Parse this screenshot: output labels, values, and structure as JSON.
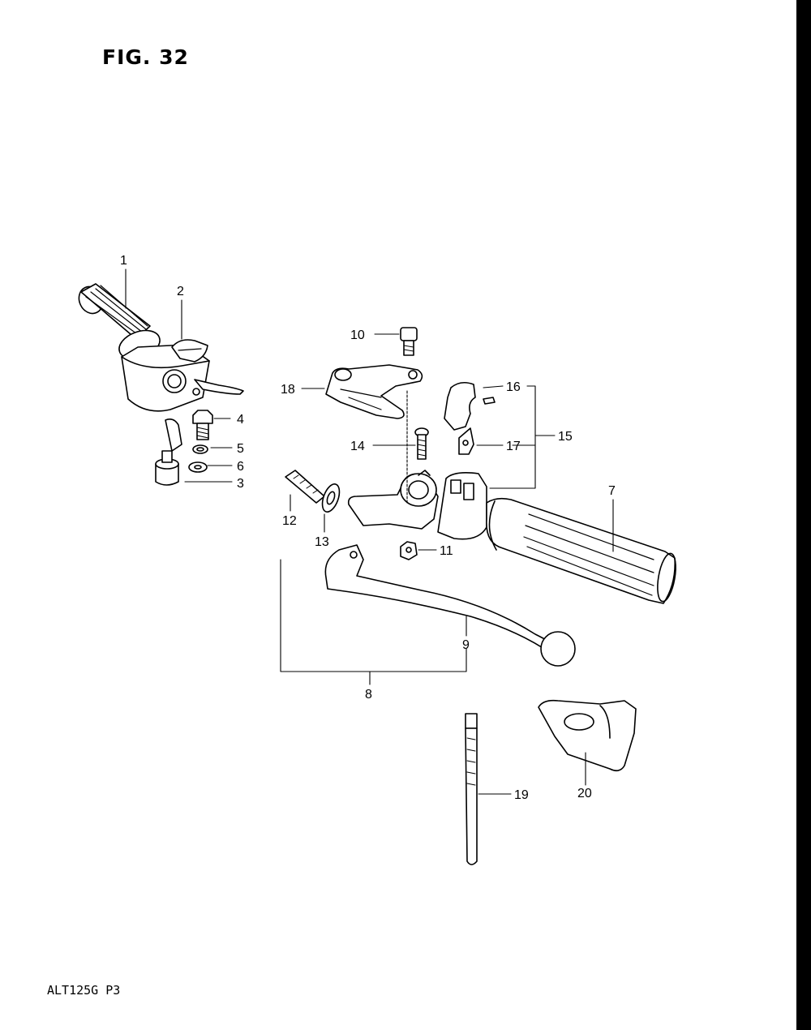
{
  "figure": {
    "title": "FIG. 32",
    "footer_code": "ALT125G  P3"
  },
  "callouts": [
    {
      "id": "c1",
      "text": "1"
    },
    {
      "id": "c2",
      "text": "2"
    },
    {
      "id": "c3",
      "text": "3"
    },
    {
      "id": "c4",
      "text": "4"
    },
    {
      "id": "c5",
      "text": "5"
    },
    {
      "id": "c6",
      "text": "6"
    },
    {
      "id": "c7",
      "text": "7"
    },
    {
      "id": "c8",
      "text": "8"
    },
    {
      "id": "c9",
      "text": "9"
    },
    {
      "id": "c10",
      "text": "10"
    },
    {
      "id": "c11",
      "text": "11"
    },
    {
      "id": "c12",
      "text": "12"
    },
    {
      "id": "c13",
      "text": "13"
    },
    {
      "id": "c14",
      "text": "14"
    },
    {
      "id": "c15",
      "text": "15"
    },
    {
      "id": "c16",
      "text": "16"
    },
    {
      "id": "c17",
      "text": "17"
    },
    {
      "id": "c18",
      "text": "18"
    },
    {
      "id": "c19",
      "text": "19"
    },
    {
      "id": "c20",
      "text": "20"
    }
  ],
  "colors": {
    "ink": "#000000",
    "paper": "#ffffff"
  }
}
